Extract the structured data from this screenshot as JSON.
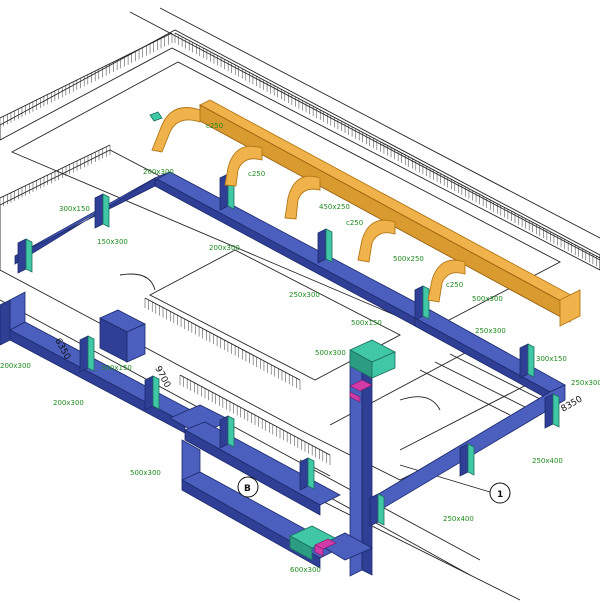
{
  "colors": {
    "supply_duct": "#4b5fbf",
    "fitting": "#3fc7a6",
    "exhaust_duct": "#f0b24a",
    "damper": "#d23aa8",
    "label_text": "#1f8a1f"
  },
  "duct_labels": {
    "l_200x300_top": "200x300",
    "l_300x150_left": "300x150",
    "l_150x300": "150x300",
    "l_200x300_mid": "200x300",
    "l_250x300_mid": "250x300",
    "l_500x150": "500x150",
    "l_500x300_riser": "500x300",
    "l_200x300_left_far": "200x300",
    "l_300x150_mid": "300x150",
    "l_200x300_lower": "200x300",
    "l_500x300_lower": "500x300",
    "l_600x300": "600x300",
    "l_250x400_lower": "250x400",
    "l_250x400_right": "250x400",
    "l_250x300_right_top": "250x300",
    "l_250x300_right_edge": "250x300",
    "l_300x150_right": "300x150",
    "l_500x300_right": "500x300",
    "l_c250_a": "c250",
    "l_c250_b": "c250",
    "l_450x250": "450x250",
    "l_c250_c": "c250",
    "l_500x250": "500x250",
    "l_c250_d": "c250"
  },
  "dimensions": {
    "d_6350": "6350",
    "d_9700": "9700",
    "d_right": "8350"
  },
  "grid_marks": {
    "b": "B",
    "one": "1"
  }
}
